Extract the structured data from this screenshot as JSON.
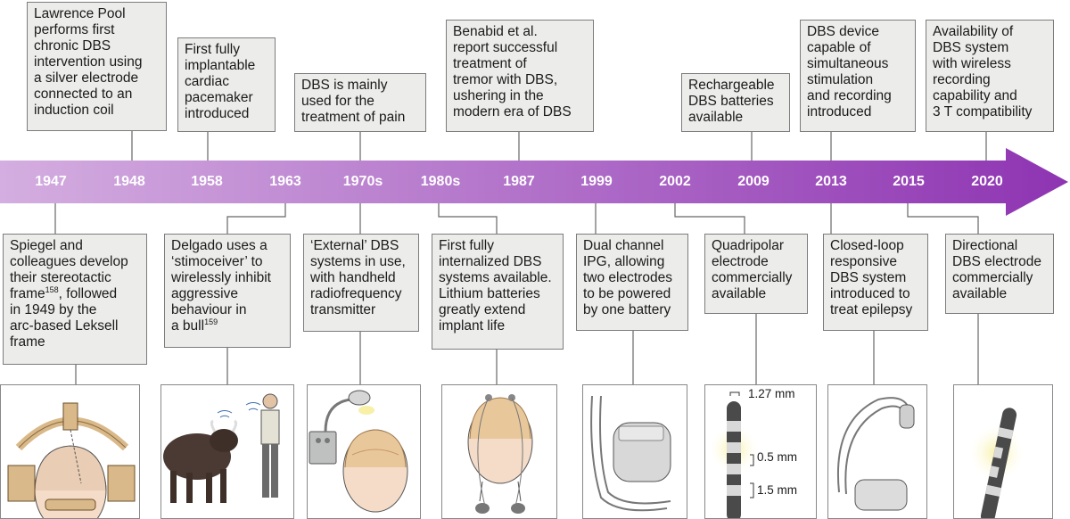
{
  "timeline": {
    "years": [
      "1947",
      "1948",
      "1958",
      "1963",
      "1970s",
      "1980s",
      "1987",
      "1999",
      "2002",
      "2009",
      "2013",
      "2015",
      "2020"
    ],
    "top_events": [
      {
        "lines": [
          "Lawrence Pool",
          "performs first",
          "chronic DBS",
          "intervention using",
          "a silver electrode",
          "connected to an",
          "induction coil"
        ]
      },
      {
        "lines": [
          "First fully",
          "implantable",
          "cardiac",
          "pacemaker",
          "introduced"
        ]
      },
      {
        "lines": [
          "DBS is mainly",
          "used for the",
          "treatment of pain"
        ]
      },
      {
        "lines": [
          "Benabid et al.",
          "report successful",
          "treatment of",
          "tremor with DBS,",
          "ushering in the",
          "modern era  of DBS"
        ]
      },
      {
        "lines": [
          "Rechargeable",
          "DBS batteries",
          "available"
        ]
      },
      {
        "lines": [
          "DBS device",
          "capable of",
          "simultaneous",
          "stimulation",
          "and recording",
          "introduced"
        ]
      },
      {
        "lines": [
          "Availability of",
          "DBS system",
          "with wireless",
          "recording",
          "capability and",
          "3 T compatibility"
        ]
      }
    ],
    "bottom_events": [
      {
        "line1": "Spiegel and",
        "line2": "colleagues develop",
        "line3": "their stereotactic",
        "line4a": "frame",
        "ref4": "158",
        "line4b": ", followed",
        "line5": "in 1949 by the",
        "line6": "arc-based Leksell",
        "line7": "frame"
      },
      {
        "line1": "Delgado uses a",
        "line2": "‘stimoceiver’ to",
        "line3": "wirelessly inhibit",
        "line4": "aggressive",
        "line5": "behaviour in",
        "line6a": "a bull",
        "ref6": "159"
      },
      {
        "lines": [
          "‘External’ DBS",
          "systems in use,",
          "with handheld",
          "radiofrequency",
          "transmitter"
        ]
      },
      {
        "lines": [
          "First fully",
          "internalized DBS",
          "systems available.",
          "Lithium batteries",
          "greatly extend",
          "implant life"
        ]
      },
      {
        "lines": [
          "Dual channel",
          "IPG, allowing",
          "two electrodes",
          "to be powered",
          "by one battery"
        ]
      },
      {
        "lines": [
          "Quadripolar",
          "electrode",
          "commercially",
          "available"
        ]
      },
      {
        "lines": [
          "Closed-loop",
          "responsive",
          "DBS system",
          "introduced to",
          "treat epilepsy"
        ]
      },
      {
        "lines": [
          "Directional",
          "DBS electrode",
          "commercially",
          "available"
        ]
      }
    ]
  },
  "electrode_dims": {
    "tip": "1.27 mm",
    "contact_gap": "0.5 mm",
    "contact_len": "1.5 mm"
  },
  "colors": {
    "arrow_start": "#c9a0d6",
    "arrow_end": "#8f35b3",
    "box_fill": "#ececea",
    "box_border": "#7c7c7c"
  }
}
